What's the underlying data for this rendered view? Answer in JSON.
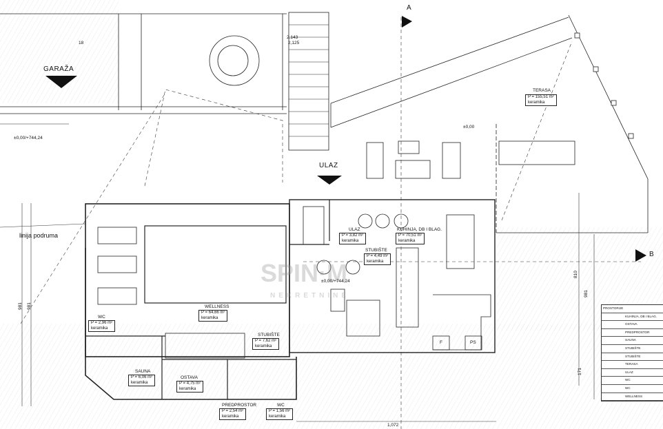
{
  "labels": {
    "garage": "GARAŽA",
    "entrance": "ULAZ",
    "basement_line": "linija podruma",
    "elevation_left": "±0,00/+744,24",
    "elevation_right": "±0,00",
    "elevation_center": "±0,00/+744,24",
    "section_a": "A",
    "section_b": "B",
    "stair_dim_1": "2,143",
    "stair_dim_2": "2,125",
    "dim_18": "18",
    "dim_981_a": "981",
    "dim_981_b": "981",
    "dim_981_right": "981",
    "dim_810": "810",
    "dim_171": "171",
    "dim_1072": "1,072"
  },
  "rooms": [
    {
      "id": "terasa",
      "name": "TERASA",
      "area": "P = 155,51 m²",
      "floor": "keramika"
    },
    {
      "id": "ulaz",
      "name": "ULAZ",
      "area": "P = 3,82 m²",
      "floor": "keramika"
    },
    {
      "id": "kuhinja",
      "name": "KUHINJA, DB I BLAG.",
      "area": "P = 70,51 m²",
      "floor": "keramika"
    },
    {
      "id": "stubiste_upper",
      "name": "STUBIŠTE",
      "area": "P = 4,49 m²",
      "floor": "keramika"
    },
    {
      "id": "wellness",
      "name": "WELLNESS",
      "area": "P = 64,66 m²",
      "floor": "keramika"
    },
    {
      "id": "wc_left",
      "name": "WC",
      "area": "P = 2,96 m²",
      "floor": "keramika"
    },
    {
      "id": "stubiste_lower",
      "name": "STUBIŠTE",
      "area": "P = 7,62 m²",
      "floor": "keramika"
    },
    {
      "id": "sauna",
      "name": "SAUNA",
      "area": "P = 6,06 m²",
      "floor": "keramika"
    },
    {
      "id": "ostava",
      "name": "OSTAVA",
      "area": "P = 4,75 m²",
      "floor": "keramika"
    },
    {
      "id": "preprostor",
      "name": "PREDPROSTOR",
      "area": "P = 2,54 m²",
      "floor": "keramika"
    },
    {
      "id": "wc_bottom",
      "name": "WC",
      "area": "P = 1,56 m²",
      "floor": "keramika"
    }
  ],
  "appliances": {
    "fridge": "F",
    "ps": "PS"
  },
  "legend": {
    "title": "PROSTORIJE",
    "rows": [
      "KUHINJA, DB I BLAG.",
      "OSTAVA",
      "PREDPROSTOR",
      "SAUNA",
      "STUBIŠTE",
      "STUBIŠTE",
      "TERASA",
      "ULAZ",
      "WC",
      "WC",
      "WELLNESS"
    ]
  },
  "watermark": {
    "main": "SPIN·M",
    "sub": "NEKRETNINE"
  }
}
